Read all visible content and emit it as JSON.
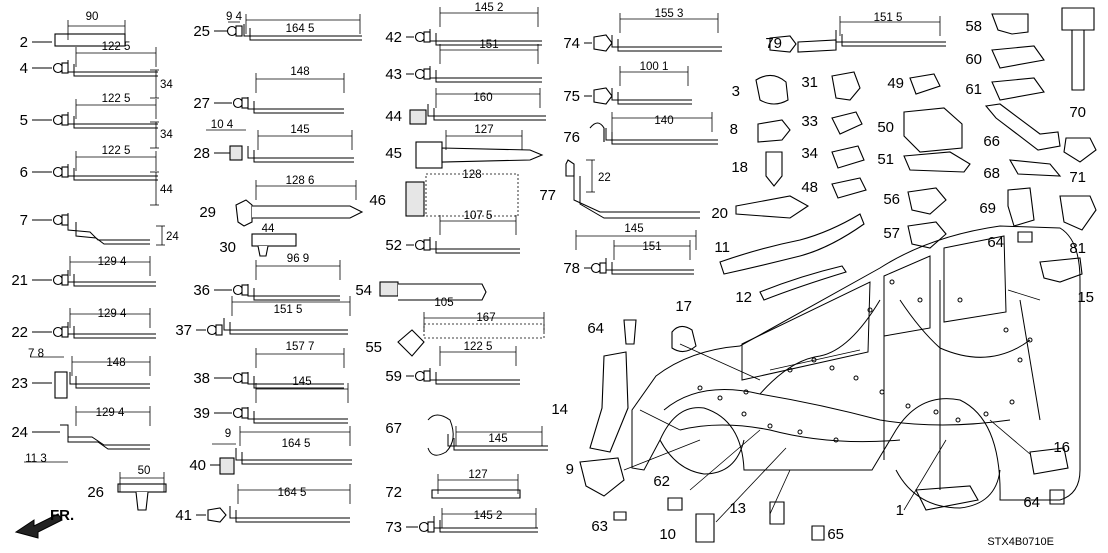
{
  "diagram_code": "STX4B0710E",
  "front_arrow_label": "FR.",
  "parts": [
    {
      "id": "2",
      "dims": [
        "90"
      ]
    },
    {
      "id": "4",
      "dims": [
        "122 5",
        "34"
      ]
    },
    {
      "id": "5",
      "dims": [
        "122 5",
        "34"
      ]
    },
    {
      "id": "6",
      "dims": [
        "122 5",
        "44"
      ]
    },
    {
      "id": "7",
      "dims": [
        "24"
      ]
    },
    {
      "id": "21",
      "dims": [
        "129 4"
      ]
    },
    {
      "id": "22",
      "dims": [
        "129 4",
        "7 8"
      ]
    },
    {
      "id": "23",
      "dims": [
        "148"
      ]
    },
    {
      "id": "24",
      "dims": [
        "129 4",
        "11 3"
      ]
    },
    {
      "id": "26",
      "dims": [
        "50"
      ]
    },
    {
      "id": "25",
      "dims": [
        "9 4",
        "164 5"
      ]
    },
    {
      "id": "27",
      "dims": [
        "148",
        "10 4"
      ]
    },
    {
      "id": "28",
      "dims": [
        "145"
      ]
    },
    {
      "id": "29",
      "dims": [
        "128 6"
      ]
    },
    {
      "id": "30",
      "dims": [
        "44"
      ]
    },
    {
      "id": "36",
      "dims": [
        "96 9"
      ]
    },
    {
      "id": "37",
      "dims": [
        "151 5"
      ]
    },
    {
      "id": "38",
      "dims": [
        "157 7"
      ]
    },
    {
      "id": "39",
      "dims": [
        "145"
      ]
    },
    {
      "id": "40",
      "dims": [
        "9",
        "164 5"
      ]
    },
    {
      "id": "41",
      "dims": [
        "164 5"
      ]
    },
    {
      "id": "42",
      "dims": [
        "145 2"
      ]
    },
    {
      "id": "43",
      "dims": [
        "151"
      ]
    },
    {
      "id": "44",
      "dims": [
        "160"
      ]
    },
    {
      "id": "45",
      "dims": [
        "127"
      ]
    },
    {
      "id": "46",
      "dims": [
        "128"
      ]
    },
    {
      "id": "52",
      "dims": [
        "107 5"
      ]
    },
    {
      "id": "54",
      "dims": [
        "105"
      ]
    },
    {
      "id": "55",
      "dims": [
        "167"
      ]
    },
    {
      "id": "59",
      "dims": [
        "122 5"
      ]
    },
    {
      "id": "67",
      "dims": [
        "145"
      ]
    },
    {
      "id": "72",
      "dims": [
        "127"
      ]
    },
    {
      "id": "73",
      "dims": [
        "145 2"
      ]
    },
    {
      "id": "74",
      "dims": [
        "155 3"
      ]
    },
    {
      "id": "75",
      "dims": [
        "100 1"
      ]
    },
    {
      "id": "76",
      "dims": [
        "140"
      ]
    },
    {
      "id": "77",
      "dims": [
        "22",
        "145"
      ]
    },
    {
      "id": "78",
      "dims": [
        "151"
      ]
    },
    {
      "id": "79",
      "dims": [
        "151 5"
      ]
    },
    {
      "id": "3",
      "dims": []
    },
    {
      "id": "8",
      "dims": []
    },
    {
      "id": "18",
      "dims": []
    },
    {
      "id": "20",
      "dims": []
    },
    {
      "id": "11",
      "dims": []
    },
    {
      "id": "12",
      "dims": []
    },
    {
      "id": "31",
      "dims": []
    },
    {
      "id": "33",
      "dims": []
    },
    {
      "id": "34",
      "dims": []
    },
    {
      "id": "48",
      "dims": []
    },
    {
      "id": "49",
      "dims": []
    },
    {
      "id": "50",
      "dims": []
    },
    {
      "id": "51",
      "dims": []
    },
    {
      "id": "56",
      "dims": []
    },
    {
      "id": "57",
      "dims": []
    },
    {
      "id": "58",
      "dims": []
    },
    {
      "id": "60",
      "dims": []
    },
    {
      "id": "61",
      "dims": []
    },
    {
      "id": "66",
      "dims": []
    },
    {
      "id": "68",
      "dims": []
    },
    {
      "id": "69",
      "dims": []
    },
    {
      "id": "70",
      "dims": []
    },
    {
      "id": "71",
      "dims": []
    },
    {
      "id": "81",
      "dims": []
    },
    {
      "id": "64",
      "dims": []
    },
    {
      "id": "15",
      "dims": []
    },
    {
      "id": "17",
      "dims": []
    },
    {
      "id": "14",
      "dims": []
    },
    {
      "id": "9",
      "dims": []
    },
    {
      "id": "63",
      "dims": []
    },
    {
      "id": "62",
      "dims": []
    },
    {
      "id": "10",
      "dims": []
    },
    {
      "id": "13",
      "dims": []
    },
    {
      "id": "65",
      "dims": []
    },
    {
      "id": "1",
      "dims": []
    },
    {
      "id": "16",
      "dims": []
    }
  ]
}
